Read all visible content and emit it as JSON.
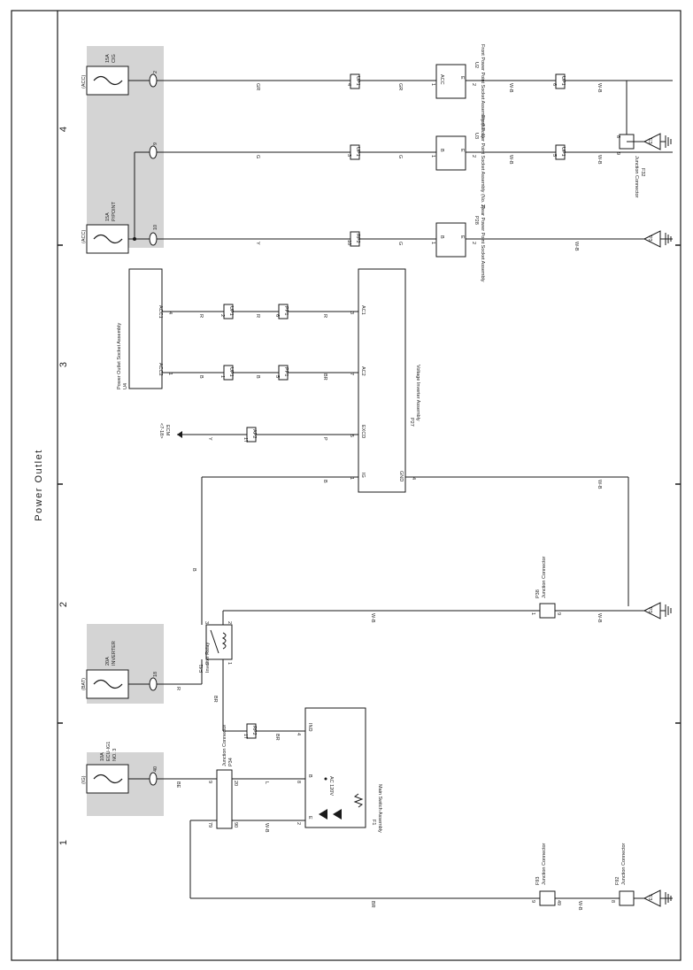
{
  "title": "Power Outlet",
  "zones": [
    "1",
    "2",
    "3",
    "4"
  ],
  "colors": {
    "wire": "#1a1a1a",
    "fuse_block_shade": "#d4d4d4",
    "background": "#ffffff"
  },
  "fuses": {
    "acc_pwr_outlet": {
      "supply": "(ACC)",
      "rating": "15A",
      "name": "P/POINT",
      "pin_a": "10",
      "pin_b": "9"
    },
    "acc_cig": {
      "supply": "(ACC)",
      "rating": "15A",
      "name": "CIG",
      "pin": "2"
    },
    "bat_inverter": {
      "supply": "(BAT)",
      "rating": "20A",
      "name": "INVERTER",
      "pin": "18"
    },
    "ig_ecu": {
      "supply": "(IG)",
      "rating": "10A",
      "name": "ECU-IG1",
      "name2": "NO. 3",
      "pin": "40"
    }
  },
  "components": {
    "u2": {
      "code": "U2",
      "name": "Front Power Point Socket Assembly (No. 1)",
      "pins": [
        "ACC",
        "E"
      ],
      "pin_nums": [
        "1",
        "2"
      ]
    },
    "u3": {
      "code": "U3",
      "name": "Front Power Point Socket Assembly (No. 2)",
      "pins": [
        "B",
        "E"
      ],
      "pin_nums": [
        "1",
        "2"
      ]
    },
    "p28": {
      "code": "P28",
      "name": "Rear Power Point Socket Assembly",
      "pins": [
        "B",
        "E"
      ],
      "pin_nums": [
        "1",
        "2"
      ]
    },
    "u4": {
      "code": "U4",
      "name": "Power Outlet Socket Assembly",
      "pins": [
        "ACC1",
        "ACC2"
      ],
      "pin_nums": [
        "4",
        "1"
      ]
    },
    "p27": {
      "code": "P27",
      "name": "Voltage Inverter Assembly",
      "pins": [
        "AC1",
        "AC2",
        "EXCD",
        "IG",
        "GND"
      ],
      "pin_nums": [
        "3",
        "7",
        "5",
        "1",
        "4"
      ]
    },
    "f41": {
      "code": "F41",
      "name": "Inverter Relay",
      "pins": [
        "2",
        "3",
        "5",
        "1"
      ]
    },
    "f1": {
      "code": "F1",
      "name": "Main Switch Assembly",
      "pins": [
        "IND",
        "B",
        "E",
        "AC 120V"
      ],
      "pin_nums": [
        "4",
        "8",
        "2"
      ]
    },
    "p38": {
      "code": "P38",
      "name": "Junction Connector",
      "pins": [
        "1",
        "9"
      ]
    },
    "p34": {
      "code": "P34",
      "name": "Junction Connector",
      "pins": [
        "9",
        "79",
        "20",
        "90"
      ]
    },
    "f92": {
      "code": "F92",
      "name": "Junction Connector",
      "pin": "8"
    },
    "f93": {
      "code": "F93",
      "name": "Junction Connector",
      "pins": [
        "9",
        "49"
      ]
    },
    "f32": {
      "code": "F32",
      "name": "Junction Connector",
      "pins": [
        "8",
        "9"
      ]
    }
  },
  "connectors": {
    "up1": "UP1",
    "rp2": "RP2",
    "pp1": "PP1",
    "ap2": "AP2",
    "pins": {
      "u2_up1_a": "4",
      "u2_up1_b": "6",
      "u3_up1_a": "3",
      "u3_up1_b": "5",
      "p28_rp2": "10",
      "u4_up1_a": "2",
      "u4_up1_b": "1",
      "u4_pp1_a": "6",
      "u4_pp1_b": "5",
      "ecm_ap2": "17",
      "f1_rp2": "17"
    }
  },
  "ecm": {
    "label": "ECM",
    "ref": "<7-18>"
  },
  "grounds": [
    "E3",
    "P3",
    "P3",
    "F3"
  ],
  "wire_colors": {
    "gr": "GR",
    "g": "G",
    "y": "Y",
    "wb": "W-B",
    "r": "R",
    "b": "B",
    "br": "BR",
    "p": "P",
    "be": "BE",
    "l": "L"
  }
}
